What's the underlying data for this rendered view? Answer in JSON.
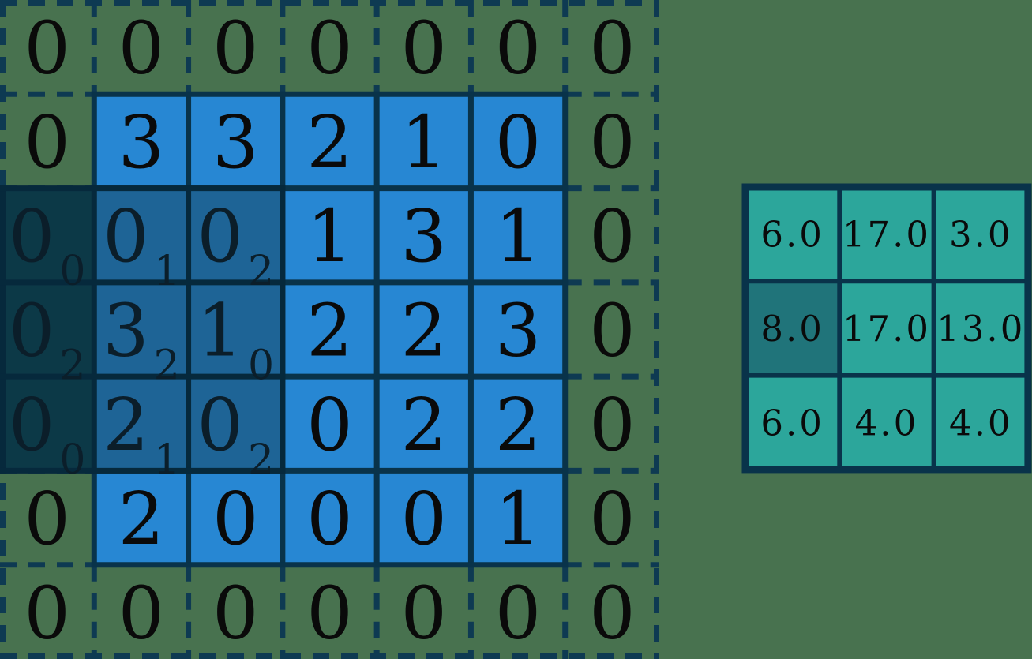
{
  "figure": {
    "description": "2D convolution with zero padding, stride 2",
    "padding_value": "0"
  },
  "colors": {
    "page_background": "#48724f",
    "input_cell": "#2787d3",
    "input_cell_highlight": "#1e6496",
    "padding_cell_highlight": "#0c3947",
    "grid_line": "#09334a",
    "dashed_line": "#0e3a52",
    "highlight_line": "#06293c",
    "output_cell": "#2ca69b",
    "output_cell_highlight": "#20747a",
    "text": "#0a0a0a",
    "text_highlight": "#0b1e2a"
  },
  "input_grid": {
    "rows": 7,
    "cols": 7,
    "values": [
      [
        "0",
        "0",
        "0",
        "0",
        "0",
        "0",
        "0"
      ],
      [
        "0",
        "3",
        "3",
        "2",
        "1",
        "0",
        "0"
      ],
      [
        "0",
        "0",
        "0",
        "1",
        "3",
        "1",
        "0"
      ],
      [
        "0",
        "3",
        "1",
        "2",
        "2",
        "3",
        "0"
      ],
      [
        "0",
        "2",
        "0",
        "0",
        "2",
        "2",
        "0"
      ],
      [
        "0",
        "2",
        "0",
        "0",
        "0",
        "1",
        "0"
      ],
      [
        "0",
        "0",
        "0",
        "0",
        "0",
        "0",
        "0"
      ]
    ]
  },
  "kernel_overlay": {
    "row_start": 2,
    "col_start": 0,
    "rows": 3,
    "cols": 3,
    "weights": [
      [
        "0",
        "1",
        "2"
      ],
      [
        "2",
        "2",
        "0"
      ],
      [
        "0",
        "1",
        "2"
      ]
    ]
  },
  "output_grid": {
    "rows": 3,
    "cols": 3,
    "values": [
      [
        "6.0",
        "17.0",
        "3.0"
      ],
      [
        "8.0",
        "17.0",
        "13.0"
      ],
      [
        "6.0",
        "4.0",
        "4.0"
      ]
    ],
    "highlight": {
      "row": 1,
      "col": 0
    }
  }
}
